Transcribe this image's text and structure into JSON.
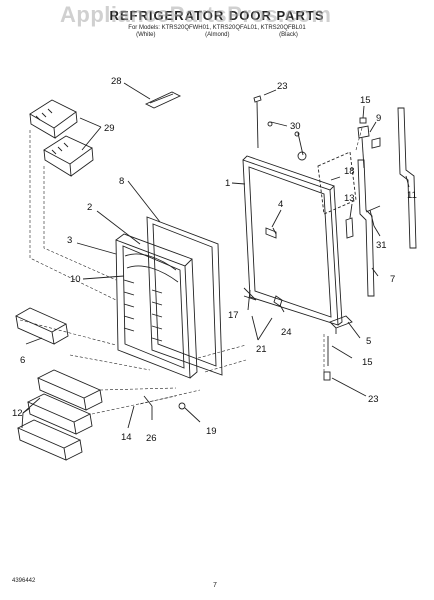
{
  "header": {
    "title": "REFRIGERATOR DOOR PARTS",
    "models": "For Models: KTRS20QFWH01, KTRS20QFAL01, KTRS20QFBL01",
    "variants": [
      "(White)",
      "(Almond)",
      "(Black)"
    ]
  },
  "watermark": "AppliancePartsPros.com",
  "callouts": {
    "c1": "1",
    "c2": "2",
    "c3": "3",
    "c4": "4",
    "c5": "5",
    "c6": "6",
    "c7": "7",
    "c8": "8",
    "c9": "9",
    "c10": "10",
    "c11": "11",
    "c12": "12",
    "c13": "13",
    "c14": "14",
    "c15a": "15",
    "c15b": "15",
    "c17": "17",
    "c18": "18",
    "c19": "19",
    "c21": "21",
    "c23a": "23",
    "c23b": "23",
    "c24": "24",
    "c26": "26",
    "c28": "28",
    "c29": "29",
    "c30": "30",
    "c31": "31"
  },
  "footer": {
    "code": "4396442",
    "page_number": "7"
  }
}
